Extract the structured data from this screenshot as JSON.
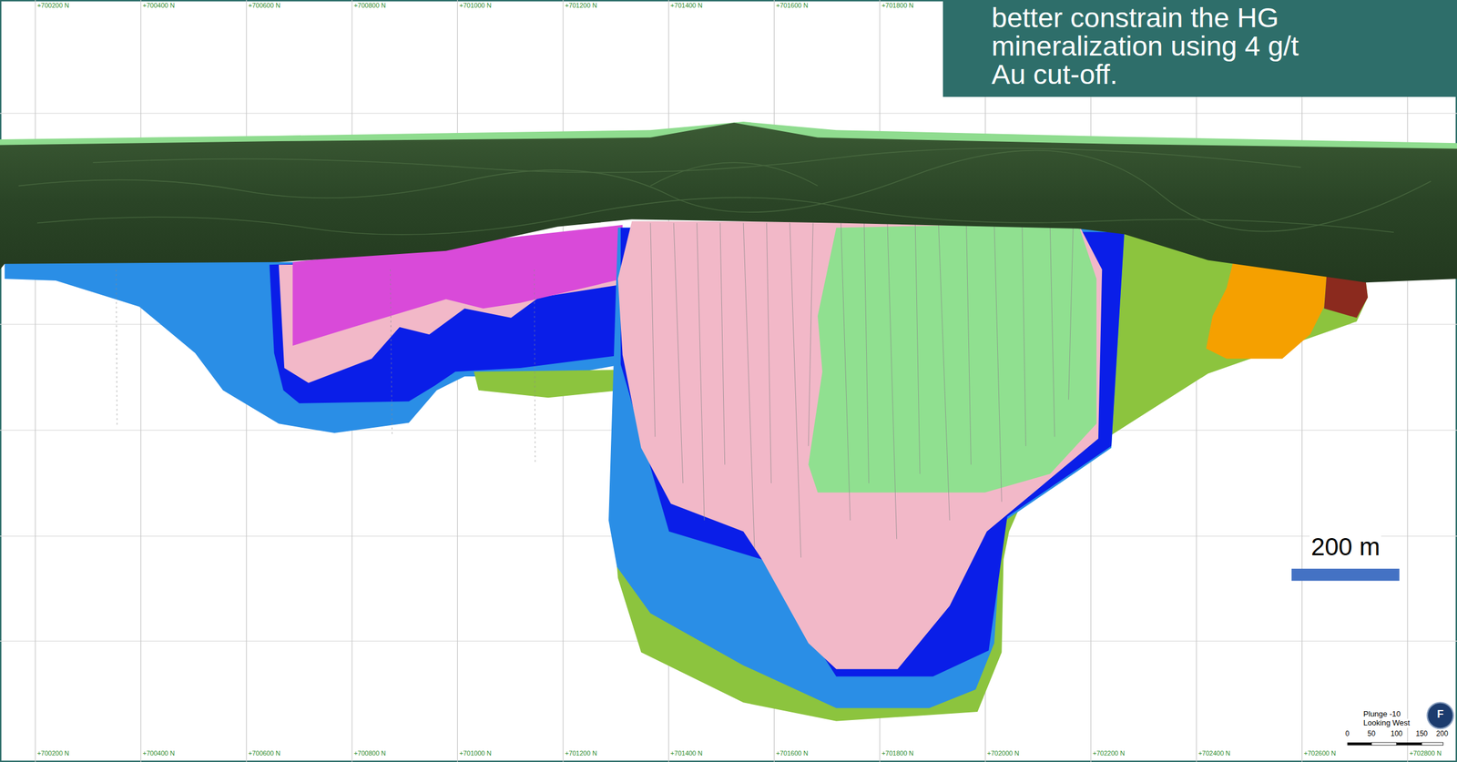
{
  "diagram": {
    "nodes": [
      {
        "text": [
          "better constrain the HG mineralization using 4 g/t Au cut-off."
        ]
      }
    ],
    "labels": [
      "+700200 N",
      "+700400 N",
      "+700600 N",
      "+700800 N",
      "+701000 N",
      "+701200 N",
      "+701400 N",
      "+701600 N",
      "+701800 N",
      "+700200 N",
      "+700400 N",
      "+700600 N",
      "+700800 N",
      "+701000 N",
      "+701200 N",
      "+701400 N",
      "+701600 N",
      "+701800 N",
      "+702000 N",
      "+702200 N",
      "+702400 N",
      "+702600 N",
      "+702800 N",
      "200 m",
      "Plunge -10",
      "Looking West",
      "0",
      "50",
      "100",
      "150",
      "200",
      "F"
    ]
  }
}
